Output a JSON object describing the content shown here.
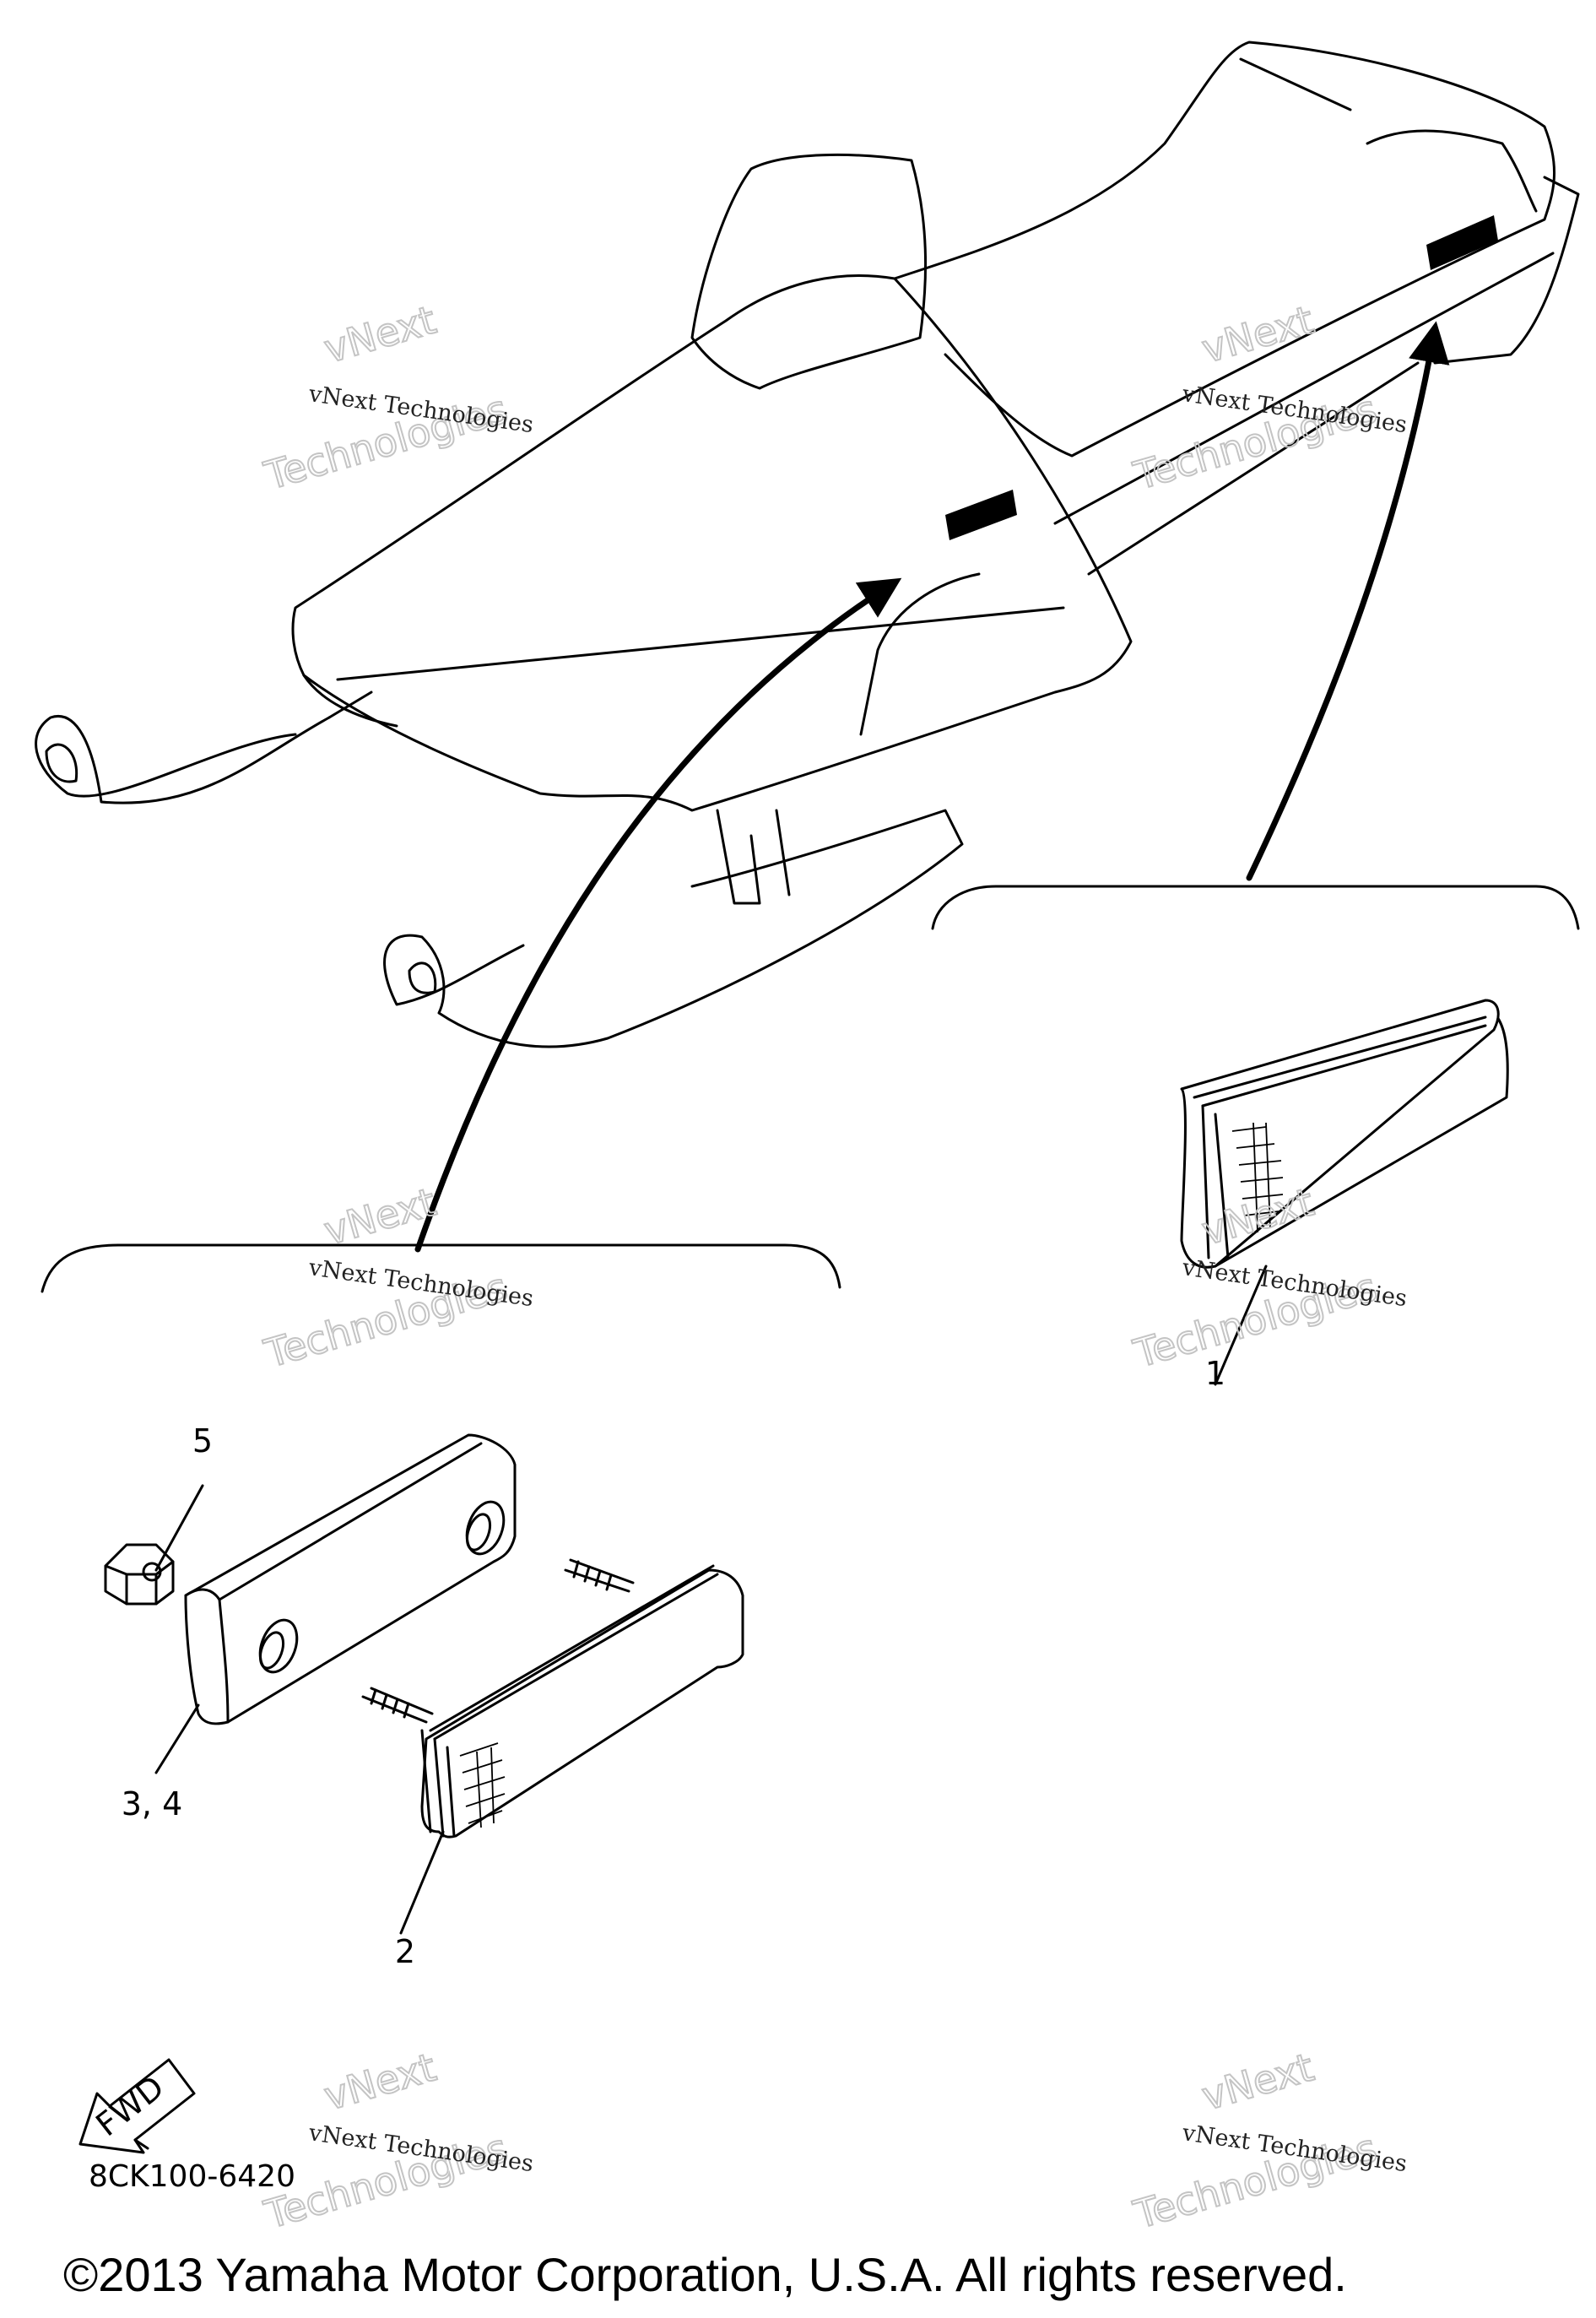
{
  "diagram": {
    "callouts": {
      "c1": "1",
      "c2": "2",
      "c34": "3, 4",
      "c5": "5"
    },
    "fwd_label": "FWD",
    "part_code": "8CK100-6420",
    "copyright": "©2013 Yamaha Motor Corporation, U.S.A. All rights reserved.",
    "watermark": {
      "top": "vNext",
      "small": "vNext Technologies",
      "big": "Technologies"
    }
  }
}
